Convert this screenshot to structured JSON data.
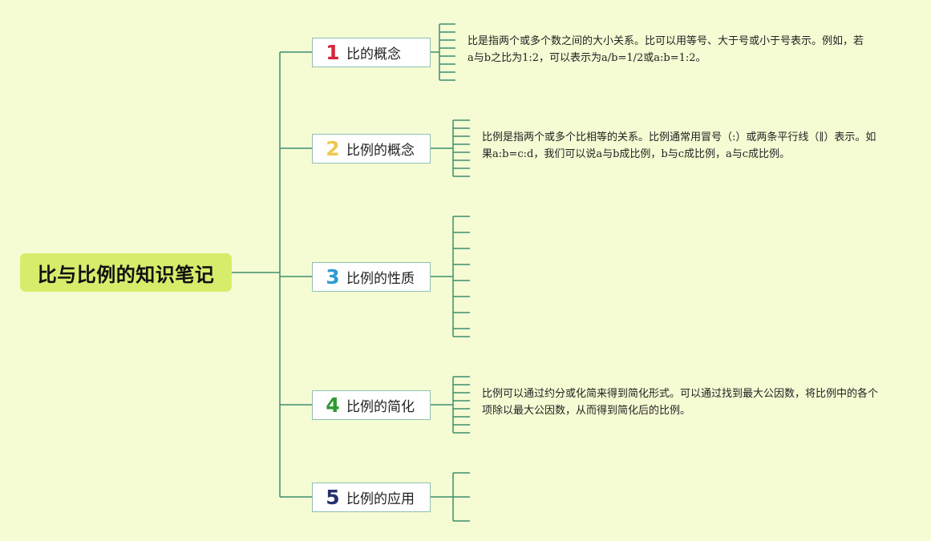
{
  "root": {
    "title": "比与比例的知识笔记"
  },
  "branches": [
    {
      "number": "1",
      "title": "比的概念",
      "number_color": "#d5263a",
      "note": "比是指两个或多个数之间的大小关系。比可以用等号、大于号或小于号表示。例如，若a与b之比为1:2，可以表示为a/b=1/2或a:b=1:2。"
    },
    {
      "number": "2",
      "title": "比例的概念",
      "number_color": "#efc84f",
      "note": "比例是指两个或多个比相等的关系。比例通常用冒号（:）或两条平行线（∥）表示。如果a:b=c:d，我们可以说a与b成比例，b与c成比例，a与c成比例。"
    },
    {
      "number": "3",
      "title": "比例的性质",
      "number_color": "#2e9bd6",
      "note": ""
    },
    {
      "number": "4",
      "title": "比例的简化",
      "number_color": "#2c9a2e",
      "note": "比例可以通过约分或化简来得到简化形式。可以通过找到最大公因数，将比例中的各个项除以最大公因数，从而得到简化后的比例。"
    },
    {
      "number": "5",
      "title": "比例的应用",
      "number_color": "#25306e",
      "note": ""
    }
  ],
  "colors": {
    "background": "#f5fbd3",
    "root_fill": "#d8ec6c",
    "connector": "#3d8f6c",
    "branch_border": "#8fbfb0"
  }
}
